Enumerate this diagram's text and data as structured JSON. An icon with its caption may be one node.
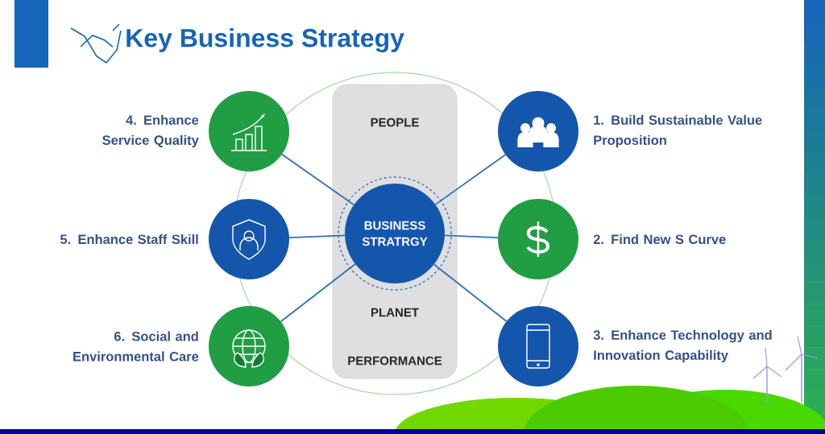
{
  "diagram": {
    "title": "Key Business Strategy",
    "nodes": [
      {
        "text": [
          "PEOPLE",
          "PLANET",
          "PERFORMANCE"
        ]
      },
      {
        "text": [
          "BUSINESS STRATRGY"
        ],
        "in": 0
      },
      {
        "text": [],
        "shape": "circle",
        "beside": [
          "4.  Enhance Service Quality"
        ]
      },
      {
        "text": [],
        "shape": "circle",
        "beside": [
          "1. Build Sustainable Value Proposition"
        ]
      },
      {
        "text": [],
        "shape": "circle",
        "beside": [
          "5. Enhance Staff Skill"
        ]
      },
      {
        "text": [],
        "shape": "circle",
        "beside": [
          "2. Find New S Curve"
        ]
      },
      {
        "text": [],
        "shape": "circle",
        "beside": [
          "6. Social and Environmental Care"
        ]
      },
      {
        "text": [],
        "shape": "circle",
        "beside": [
          "3. Enhance Technology and Innovation Capability"
        ]
      }
    ],
    "edges": [
      {
        "from": 1,
        "to": 2,
        "arrow": "none"
      },
      {
        "from": 1,
        "to": 3,
        "arrow": "none"
      },
      {
        "from": 1,
        "to": 4,
        "arrow": "none"
      },
      {
        "from": 1,
        "to": 5,
        "arrow": "none"
      },
      {
        "from": 1,
        "to": 6,
        "arrow": "none"
      },
      {
        "from": 1,
        "to": 7,
        "arrow": "none"
      }
    ]
  }
}
